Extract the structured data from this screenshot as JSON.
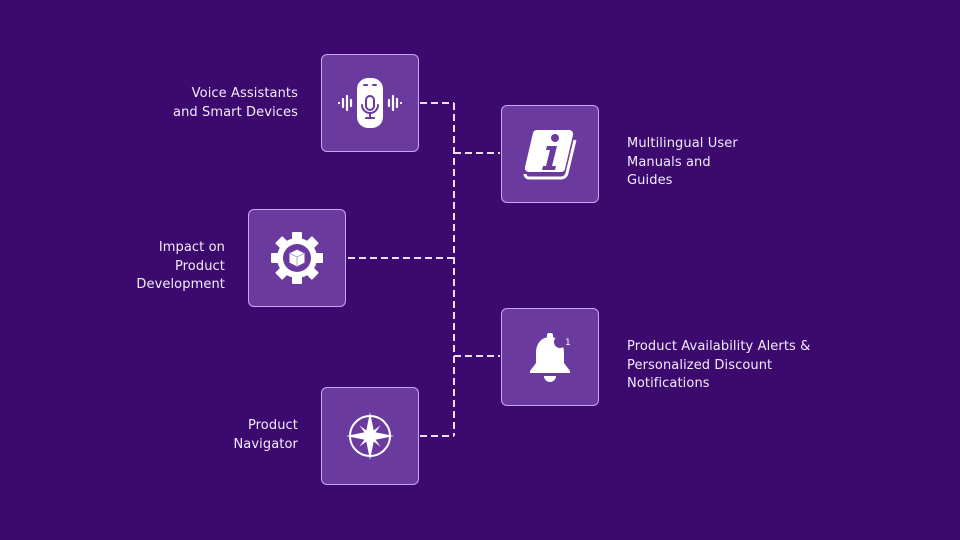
{
  "diagram": {
    "nodes": [
      {
        "id": "voice",
        "label_lines": [
          "Voice Assistants",
          "and Smart Devices"
        ],
        "icon": "smart-speaker-icon"
      },
      {
        "id": "impact",
        "label_lines": [
          "Impact on",
          "Product",
          "Development"
        ],
        "icon": "gear-cube-icon"
      },
      {
        "id": "navigator",
        "label_lines": [
          "Product",
          "Navigator"
        ],
        "icon": "compass-icon"
      },
      {
        "id": "manuals",
        "label_lines": [
          "Multilingual User",
          "Manuals and",
          "Guides"
        ],
        "icon": "info-book-icon"
      },
      {
        "id": "alerts",
        "label_lines": [
          "Product Availability Alerts &",
          "Personalized Discount",
          "Notifications"
        ],
        "icon": "notification-bell-icon",
        "badge": "1"
      }
    ]
  },
  "colors": {
    "background": "#3c0a6f",
    "box_fill": "#6b3a9f",
    "box_border": "#c9a7ee",
    "connector": "#f0dcf5",
    "text": "#f3ecfb"
  }
}
